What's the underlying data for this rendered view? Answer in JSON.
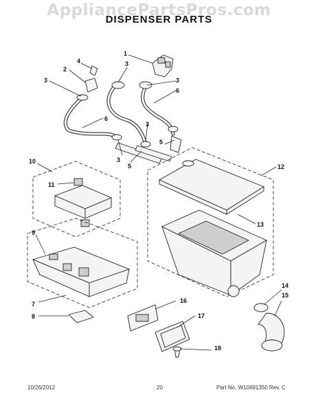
{
  "watermark": "AppliancePartsPros.com",
  "title": "DISPENSER PARTS",
  "footer": {
    "date": "10/26/2012",
    "page": "20",
    "part_no": "Part No. W10491350  Rev. C"
  },
  "callouts": {
    "c1": "1",
    "c2": "2",
    "c3a": "3",
    "c3b": "3",
    "c3c": "3",
    "c3d": "3",
    "c3e": "3",
    "c4": "4",
    "c5a": "5",
    "c5b": "5",
    "c6a": "6",
    "c6b": "6",
    "c7": "7",
    "c8": "8",
    "c9": "9",
    "c10": "10",
    "c11": "11",
    "c12": "12",
    "c13": "13",
    "c14": "14",
    "c15": "15",
    "c16": "16",
    "c17": "17",
    "c18": "18"
  }
}
